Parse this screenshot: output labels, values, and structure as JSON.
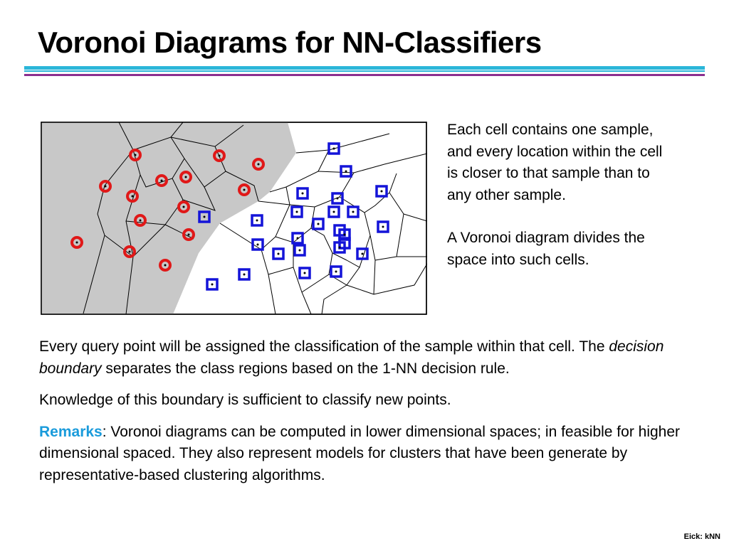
{
  "slide": {
    "title": "Voronoi Diagrams for NN-Classifiers",
    "side_paragraphs": [
      "Each cell contains one sample, and every location within the cell is closer to that sample than to any other sample.",
      "A Voronoi diagram divides the space into such cells."
    ],
    "body": {
      "p1_before": "Every query point will be assigned the classification of the sample within that cell. The ",
      "p1_emphasis": "decision boundary",
      "p1_after": " separates the class regions based on the 1-NN decision rule.",
      "p2": "Knowledge of this boundary is sufficient to classify new points.",
      "remarks_label": "Remarks",
      "remarks_text": ": Voronoi diagrams can be computed in lower dimensional spaces; in feasible for higher dimensional spaced. They also represent models for clusters that have been generate by representative-based clustering algorithms."
    },
    "footer": "Eick: kNN"
  },
  "diagram": {
    "class_a_marker": "red-circle-with-dot",
    "class_b_marker": "blue-square-with-dot",
    "class_a_region_color": "#c8c8c8",
    "class_b_region_color": "#ffffff",
    "class_a_color": "#e01818",
    "class_b_color": "#1414d8"
  }
}
